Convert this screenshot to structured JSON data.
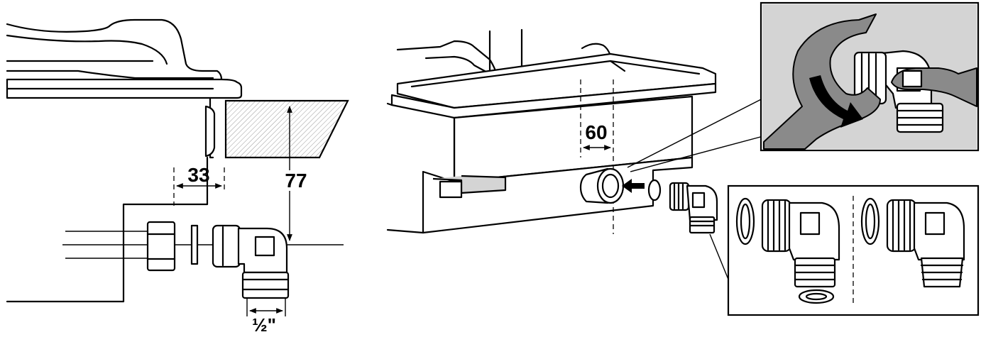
{
  "figure": {
    "labels": {
      "dim_33": "33",
      "dim_77": "77",
      "dim_half_inch": "½\"",
      "dim_60": "60"
    }
  }
}
